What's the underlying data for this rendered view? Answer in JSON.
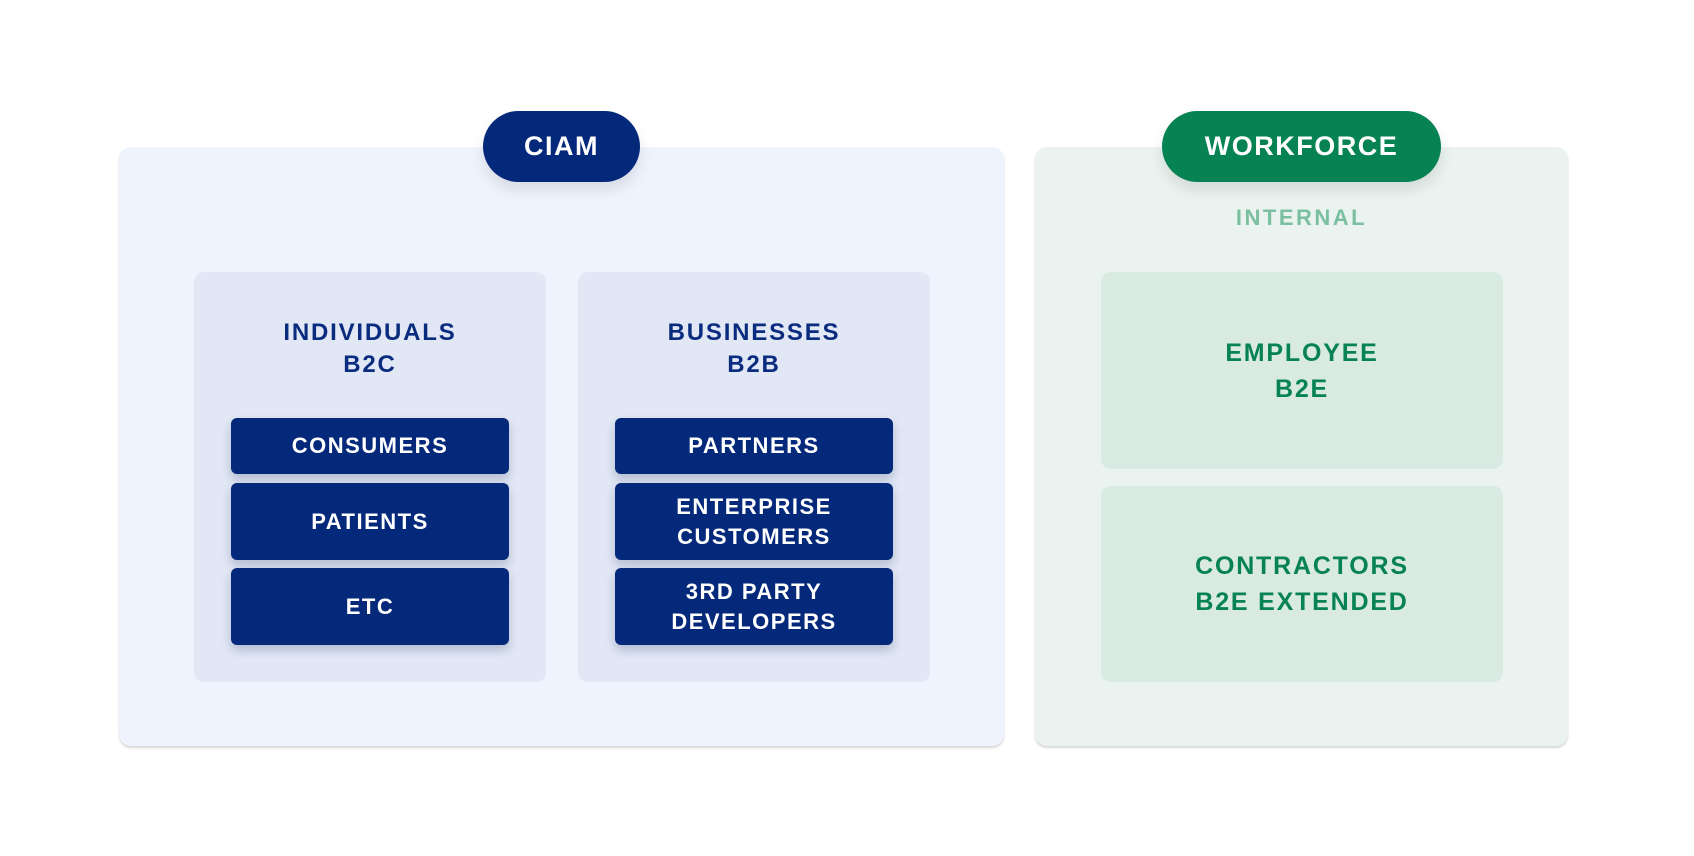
{
  "ciam": {
    "label": "CIAM",
    "groups": [
      {
        "title_line1": "INDIVIDUALS",
        "title_line2": "B2C",
        "items": [
          {
            "line1": "CONSUMERS"
          },
          {
            "line1": "PATIENTS"
          },
          {
            "line1": "ETC"
          }
        ]
      },
      {
        "title_line1": "BUSINESSES",
        "title_line2": "B2B",
        "items": [
          {
            "line1": "PARTNERS"
          },
          {
            "line1": "ENTERPRISE",
            "line2": "CUSTOMERS"
          },
          {
            "line1": "3RD PARTY",
            "line2": "DEVELOPERS"
          }
        ]
      }
    ]
  },
  "workforce": {
    "label": "WORKFORCE",
    "subtitle": "INTERNAL",
    "groups": [
      {
        "line1": "EMPLOYEE",
        "line2": "B2E"
      },
      {
        "line1": "CONTRACTORS",
        "line2": "B2E EXTENDED"
      }
    ]
  },
  "colors": {
    "ciam_primary": "#05297a",
    "ciam_panel": "#eff3fd",
    "ciam_group": "#e1e7f4",
    "workforce_primary": "#068253",
    "workforce_panel": "#ebf3f0",
    "workforce_group": "#d8eae2",
    "workforce_subtitle": "#7bbfa1"
  }
}
